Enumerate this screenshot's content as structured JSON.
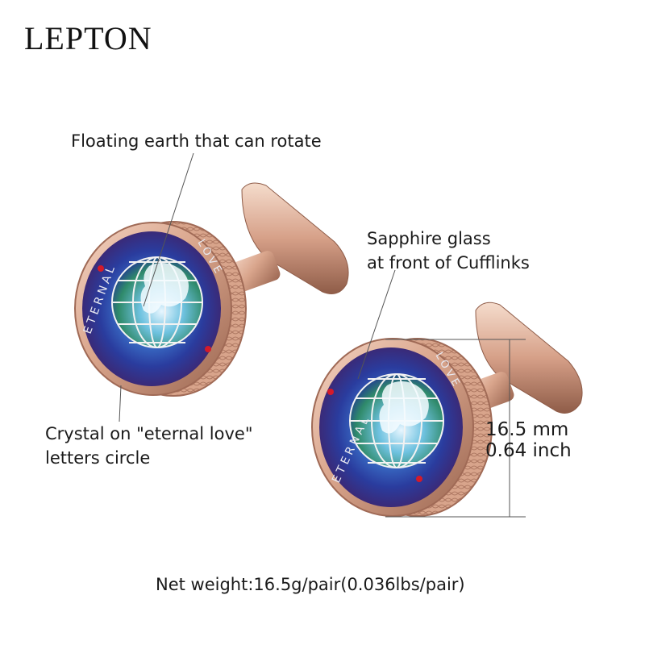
{
  "brand": {
    "name": "LEPTON"
  },
  "callouts": {
    "earth": "Floating earth that can rotate",
    "sapphire_line1": "Sapphire glass",
    "sapphire_line2": "at front of Cufflinks",
    "crystal_line1": "Crystal on \"eternal love\"",
    "crystal_line2": "letters circle"
  },
  "dimensions": {
    "mm": "16.5 mm",
    "inch": "0.64 inch"
  },
  "weight": "Net weight:16.5g/pair(0.036lbs/pair)",
  "dial_text": {
    "eternal": "ETERNAL",
    "love": "LOVE"
  },
  "colors": {
    "metal": "#d9a58c",
    "metal_dark": "#a8735e",
    "glass": "#2c3f9a",
    "crystal": "#d41a2a"
  }
}
